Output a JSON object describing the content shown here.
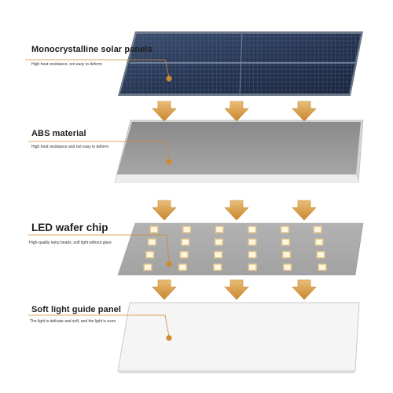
{
  "layers": [
    {
      "title": "Monocrystalline solar panels",
      "subtitle": "High heat resistance, not easy to deform"
    },
    {
      "title": "ABS material",
      "subtitle": "High heat resistance and not easy to deform"
    },
    {
      "title": "LED wafer chip",
      "subtitle": "High-quality lamp beads, soft light without glare"
    },
    {
      "title": "Soft light guide panel",
      "subtitle": "The light is delicate and soft, and the light is even"
    }
  ],
  "led_grid": {
    "rows": 4,
    "columns": 6
  },
  "colors": {
    "arrow": "#d4973a",
    "leader_line": "#d08a2e",
    "solar_cell": "#2b3c5c",
    "abs_plate": "#909090",
    "led_board": "#a9a9a9",
    "led_chip": "#fff6df",
    "guide_panel": "#f6f6f6"
  },
  "icons": [
    "down-arrow-icon",
    "leader-dot-icon"
  ]
}
